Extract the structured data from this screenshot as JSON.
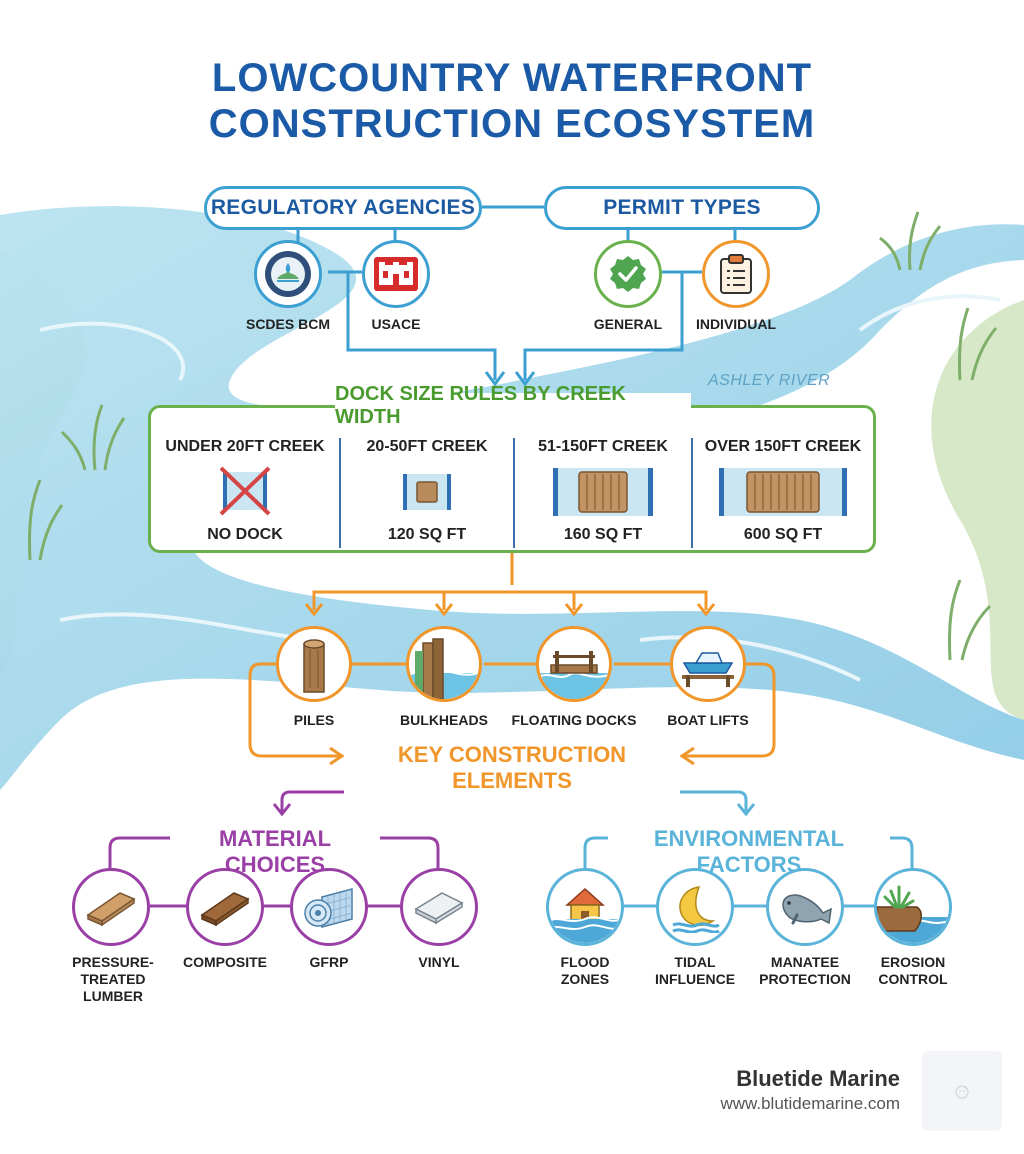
{
  "title": {
    "line1": "LOWCOUNTRY WATERFRONT",
    "line2": "CONSTRUCTION ECOSYSTEM"
  },
  "regulatory": {
    "label": "REGULATORY AGENCIES",
    "items": [
      {
        "label": "SCDES BCM",
        "icon": "state-seal-icon"
      },
      {
        "label": "USACE",
        "icon": "castle-icon"
      }
    ]
  },
  "permits": {
    "label": "PERMIT TYPES",
    "items": [
      {
        "label": "GENERAL",
        "icon": "check-badge-icon"
      },
      {
        "label": "INDIVIDUAL",
        "icon": "clipboard-icon"
      }
    ]
  },
  "river_label": "ASHLEY RIVER",
  "dock_rules": {
    "title": "DOCK SIZE RULES BY CREEK WIDTH",
    "columns": [
      {
        "head": "UNDER 20FT CREEK",
        "size": "NO DOCK"
      },
      {
        "head": "20-50FT CREEK",
        "size": "120 SQ FT"
      },
      {
        "head": "51-150FT CREEK",
        "size": "160 SQ FT"
      },
      {
        "head": "OVER 150FT CREEK",
        "size": "600 SQ FT"
      }
    ]
  },
  "construction": {
    "label": "KEY CONSTRUCTION ELEMENTS",
    "items": [
      {
        "label": "PILES",
        "icon": "pile-icon"
      },
      {
        "label": "BULKHEADS",
        "icon": "bulkhead-icon"
      },
      {
        "label": "FLOATING DOCKS",
        "icon": "floating-dock-icon"
      },
      {
        "label": "BOAT LIFTS",
        "icon": "boat-lift-icon"
      }
    ]
  },
  "materials": {
    "label": "MATERIAL CHOICES",
    "items": [
      {
        "label": "PRESSURE-TREATED LUMBER",
        "line1": "PRESSURE-TREATED",
        "line2": "LUMBER",
        "icon": "lumber-icon"
      },
      {
        "label": "COMPOSITE",
        "icon": "composite-board-icon"
      },
      {
        "label": "GFRP",
        "icon": "gfrp-roll-icon"
      },
      {
        "label": "VINYL",
        "icon": "vinyl-sheet-icon"
      }
    ]
  },
  "environment": {
    "label": "ENVIRONMENTAL FACTORS",
    "items": [
      {
        "line1": "FLOOD",
        "line2": "ZONES",
        "icon": "flood-house-icon"
      },
      {
        "line1": "TIDAL",
        "line2": "INFLUENCE",
        "icon": "moon-icon"
      },
      {
        "line1": "MANATEE",
        "line2": "PROTECTION",
        "icon": "manatee-icon"
      },
      {
        "line1": "EROSION",
        "line2": "CONTROL",
        "icon": "erosion-icon"
      }
    ]
  },
  "brand": {
    "name": "Bluetide Marine",
    "url": "www.blutidemarine.com"
  },
  "colors": {
    "title": "#1a5aa6",
    "regulatory": "#3c9fd1",
    "dock": "#6ab04c",
    "construction": "#f0962a",
    "materials": "#9a3fa5",
    "environment": "#5ab3d8"
  }
}
